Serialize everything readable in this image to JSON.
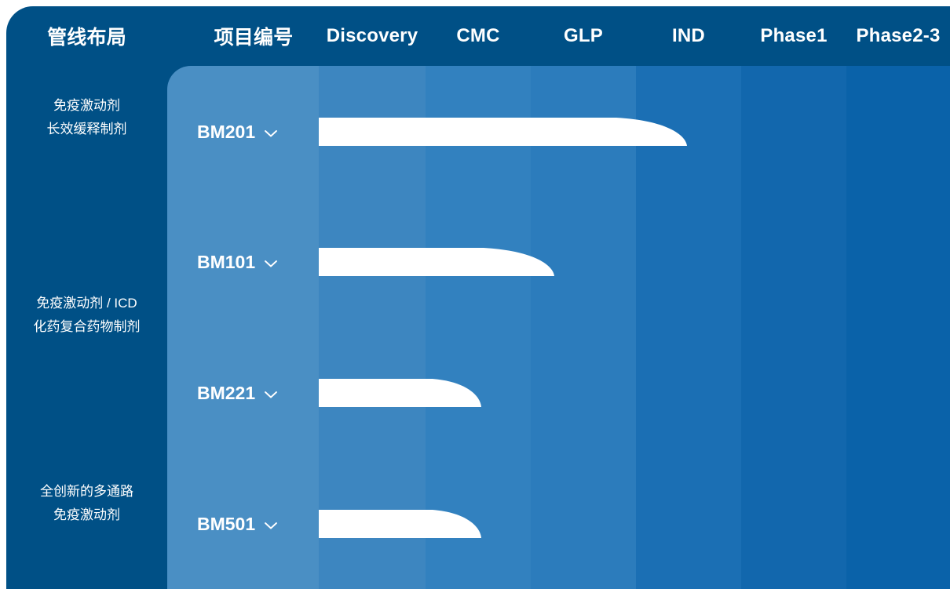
{
  "theme": {
    "page_background": "#ffffff",
    "panel_navy": "#005086",
    "bar_color": "#ffffff",
    "header_text_color": "#ffffff",
    "stage_column_colors": [
      "#4a8fc4",
      "#3d86c0",
      "#3281bf",
      "#2c7cbc",
      "#1b6fb4",
      "#1267ad",
      "#0a62a9"
    ]
  },
  "header": {
    "columns": [
      {
        "label": "管线布局",
        "lang": "cn",
        "name": "pipeline-layout"
      },
      {
        "label": "项目编号",
        "lang": "cn",
        "name": "project-code"
      },
      {
        "label": "Discovery",
        "lang": "en",
        "name": "discovery"
      },
      {
        "label": "CMC",
        "lang": "en",
        "name": "cmc"
      },
      {
        "label": "GLP",
        "lang": "en",
        "name": "glp"
      },
      {
        "label": "IND",
        "lang": "en",
        "name": "ind"
      },
      {
        "label": "Phase1",
        "lang": "en",
        "name": "phase1"
      },
      {
        "label": "Phase2-3",
        "lang": "en",
        "name": "phase2-3"
      }
    ]
  },
  "categories": [
    {
      "lines": [
        "免疫激动剂",
        "长效缓释制剂"
      ]
    },
    {
      "lines": [
        "免疫激动剂 / ICD",
        "化药复合药物制剂"
      ]
    },
    {
      "lines": [
        "全创新的多通路",
        "免疫激动剂"
      ]
    }
  ],
  "projects": [
    {
      "code": "BM201",
      "chevron": "chevron-down-icon",
      "progress_stage": "IND",
      "progress_ratio": 0.58
    },
    {
      "code": "BM101",
      "chevron": "chevron-down-icon",
      "progress_stage": "GLP",
      "progress_ratio": 0.37
    },
    {
      "code": "BM221",
      "chevron": "chevron-down-icon",
      "progress_stage": "CMC",
      "progress_ratio": 0.25
    },
    {
      "code": "BM501",
      "chevron": "chevron-down-icon",
      "progress_stage": "CMC",
      "progress_ratio": 0.25
    }
  ],
  "chart_data": {
    "type": "bar",
    "title": "管线布局",
    "xlabel": "",
    "ylabel": "",
    "categories": [
      "BM201",
      "BM101",
      "BM221",
      "BM501"
    ],
    "stages": [
      "Discovery",
      "CMC",
      "GLP",
      "IND",
      "Phase1",
      "Phase2-3"
    ],
    "values": [
      4.0,
      2.3,
      1.55,
      1.55
    ],
    "value_labels": [
      "IND",
      "GLP",
      "CMC",
      "CMC"
    ],
    "xlim": [
      0,
      6
    ],
    "grid": false,
    "legend": "none",
    "series": [
      {
        "name": "pipeline-progress",
        "values": [
          4.0,
          2.3,
          1.55,
          1.55
        ]
      }
    ],
    "annotations": [
      {
        "row": "BM201",
        "group": "免疫激动剂 长效缓释制剂"
      },
      {
        "row": "BM101",
        "group": "免疫激动剂 / ICD 化药复合药物制剂"
      },
      {
        "row": "BM221",
        "group": "免疫激动剂 / ICD 化药复合药物制剂"
      },
      {
        "row": "BM501",
        "group": "全创新的多通路 免疫激动剂"
      }
    ]
  },
  "layout": {
    "header_cell_x": [
      8,
      240,
      406,
      542,
      676,
      810,
      944,
      1078
    ],
    "header_cell_w": [
      205,
      166,
      136,
      134,
      134,
      134,
      134,
      132
    ],
    "stage_col_x": [
      0,
      193,
      329,
      463,
      597,
      731,
      865
    ],
    "stage_col_w": [
      193,
      136,
      134,
      134,
      134,
      134,
      132
    ],
    "category_top": [
      120,
      372,
      612
    ],
    "row_top": [
      145,
      311,
      478,
      645
    ],
    "bar_left": 200,
    "bar_end_x": [
      875,
      706,
      613,
      613
    ]
  }
}
